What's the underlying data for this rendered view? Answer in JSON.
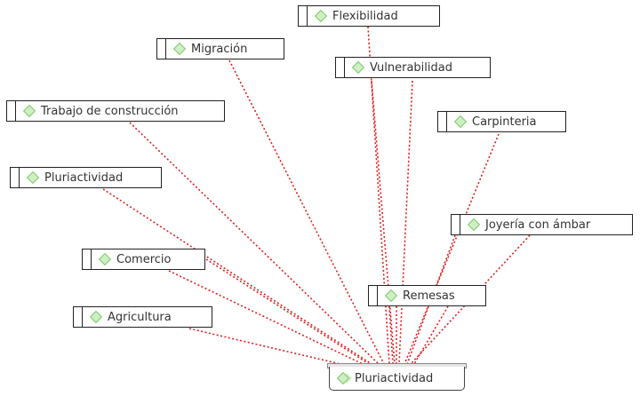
{
  "diagram": {
    "root": {
      "label": "Pluriactividad"
    },
    "link_color": "#e02020",
    "nodes": [
      {
        "id": "flexibilidad",
        "label": "Flexibilidad"
      },
      {
        "id": "migracion",
        "label": "Migración"
      },
      {
        "id": "vulnerabilidad",
        "label": "Vulnerabilidad"
      },
      {
        "id": "trabajo-construccion",
        "label": "Trabajo de construcción"
      },
      {
        "id": "carpinteria",
        "label": "Carpinteria"
      },
      {
        "id": "pluriactividad",
        "label": "Pluriactividad"
      },
      {
        "id": "joyeria-ambar",
        "label": "Joyería con ámbar"
      },
      {
        "id": "comercio",
        "label": "Comercio"
      },
      {
        "id": "remesas",
        "label": "Remesas"
      },
      {
        "id": "agricultura",
        "label": "Agricultura"
      }
    ]
  }
}
